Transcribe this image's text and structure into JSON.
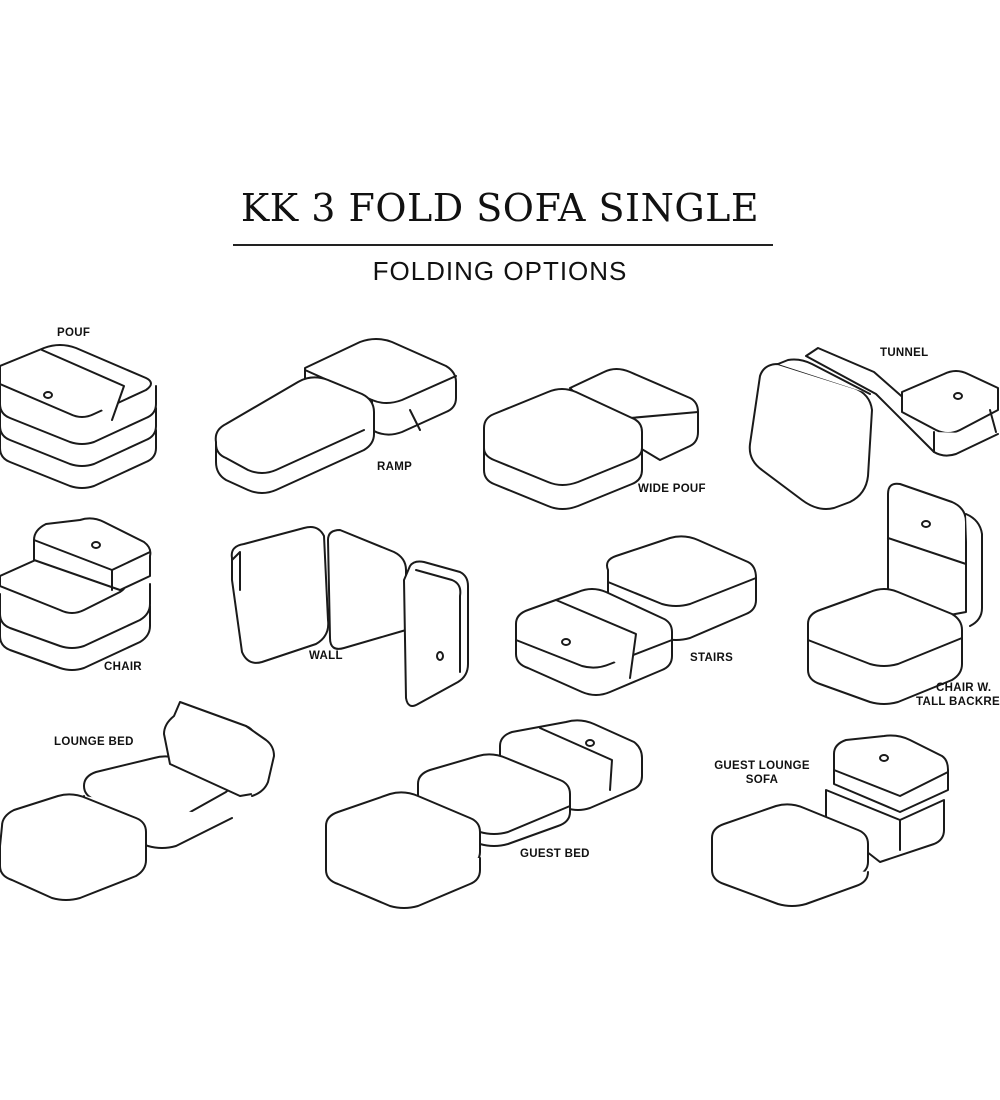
{
  "title": "KK 3 FOLD SOFA SINGLE",
  "subtitle": "FOLDING OPTIONS",
  "options": {
    "pouf": "POUF",
    "ramp": "RAMP",
    "wide_pouf": "WIDE POUF",
    "tunnel": "TUNNEL",
    "chair": "CHAIR",
    "wall": "WALL",
    "stairs": "STAIRS",
    "chair_tall_line1": "CHAIR W.",
    "chair_tall_line2": "TALL BACKRE",
    "lounge_bed": "LOUNGE BED",
    "guest_bed": "GUEST BED",
    "guest_lounge_line1": "GUEST LOUNGE",
    "guest_lounge_line2": "SOFA"
  }
}
